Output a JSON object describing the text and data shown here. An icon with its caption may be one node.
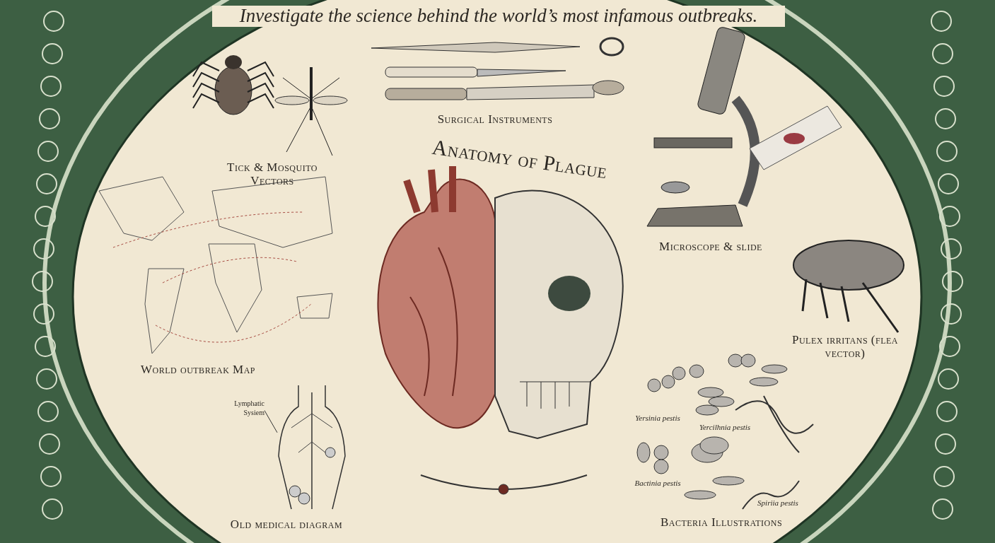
{
  "diagram": {
    "title": "Investigate the science behind the world’s most infamous outbreaks.",
    "nodes": [
      {
        "text": [
          "Lymphatic Sysiem"
        ]
      },
      {
        "text": [],
        "shape": "picture"
      }
    ],
    "edges": [
      {
        "from": 0,
        "to": 1,
        "arrow": "none"
      }
    ],
    "labels": [
      "Surgical Instruments",
      "Tick & Mosquito Vectors",
      "Anatomy of Plague",
      "Microscope & slide",
      "World outbreak Map",
      "Pulex irritans (flea vector)",
      "Yersinia pestis",
      "Yercilhnia pestis",
      "Bactinia pestis",
      "Spiriia pestis",
      "Old medical diagram",
      "Bacteria Illustrations"
    ]
  }
}
